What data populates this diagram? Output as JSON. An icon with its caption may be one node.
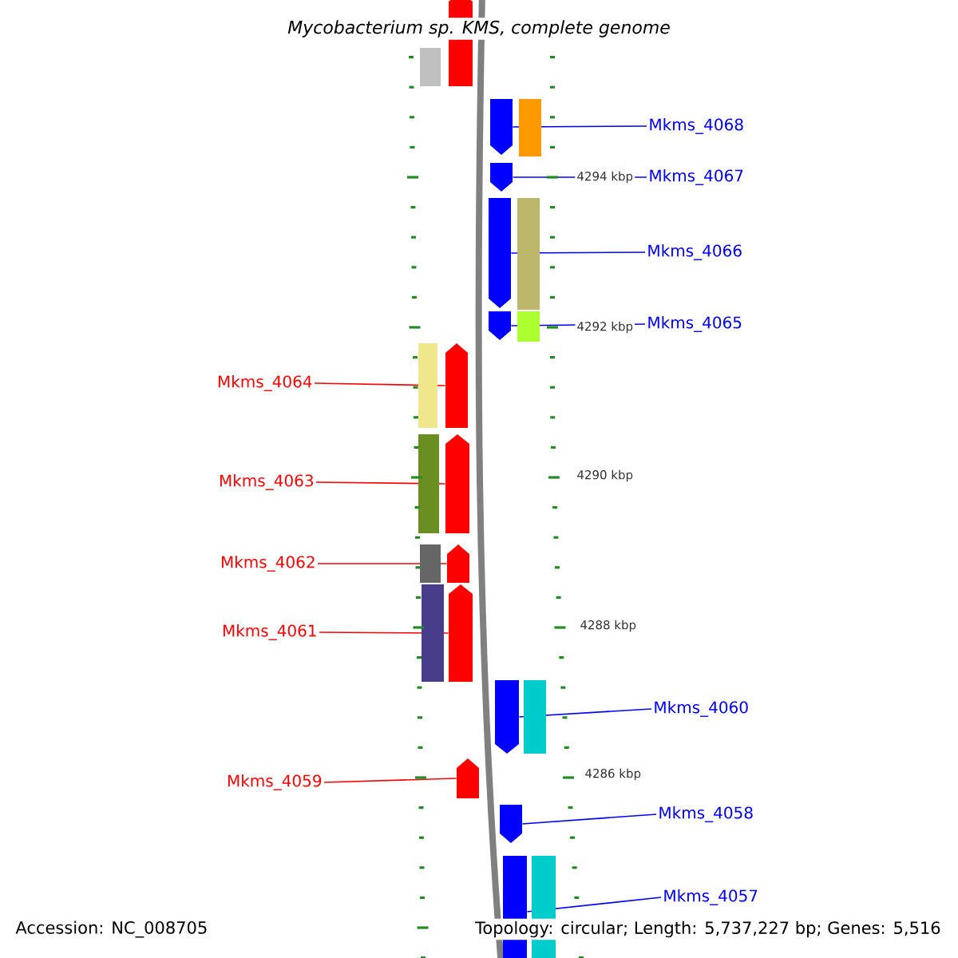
{
  "diagram": {
    "title": "Mycobacterium sp. KMS, complete genome",
    "nodes": [
      {
        "text": [],
        "shape": "arrow"
      },
      {
        "text": [
          "Mkms_4068"
        ]
      },
      {
        "text": [],
        "shape": "arrow"
      },
      {
        "text": [
          "Mkms_4067"
        ]
      },
      {
        "text": [],
        "shape": "arrow"
      },
      {
        "text": [
          "Mkms_4066"
        ]
      },
      {
        "text": [],
        "shape": "arrow"
      },
      {
        "text": [
          "Mkms_4065"
        ]
      },
      {
        "text": [],
        "shape": "arrow"
      },
      {
        "text": [
          "Mkms_4064"
        ]
      },
      {
        "text": [],
        "shape": "arrow"
      },
      {
        "text": [
          "Mkms_4063"
        ]
      },
      {
        "text": [],
        "shape": "arrow"
      },
      {
        "text": [
          "Mkms_4062"
        ]
      },
      {
        "text": [],
        "shape": "arrow"
      },
      {
        "text": [
          "Mkms_4061"
        ]
      },
      {
        "text": [],
        "shape": "arrow"
      },
      {
        "text": [
          "Mkms_4060"
        ]
      },
      {
        "text": [],
        "shape": "arrow"
      },
      {
        "text": [
          "Mkms_4059"
        ]
      },
      {
        "text": [],
        "shape": "arrow"
      },
      {
        "text": [
          "Mkms_4058"
        ]
      },
      {
        "text": [],
        "shape": "arrow"
      },
      {
        "text": [
          "Mkms_4057"
        ]
      },
      {
        "text": [],
        "shape": "arrow"
      }
    ],
    "edges": [
      {
        "from": 1,
        "to": 2,
        "arrow": "none"
      },
      {
        "from": 3,
        "to": 4,
        "arrow": "none"
      },
      {
        "from": 5,
        "to": 6,
        "arrow": "none"
      },
      {
        "from": 7,
        "to": 8,
        "arrow": "none"
      },
      {
        "from": 9,
        "to": 10,
        "arrow": "none",
        "color": "#ff0000"
      },
      {
        "from": 11,
        "to": 12,
        "arrow": "none",
        "color": "#ff0000"
      },
      {
        "from": 13,
        "to": 14,
        "arrow": "none",
        "color": "#ff0000"
      },
      {
        "from": 15,
        "to": 16,
        "arrow": "none",
        "color": "#ff0000"
      },
      {
        "from": 17,
        "to": 18,
        "arrow": "none"
      },
      {
        "from": 19,
        "to": 20,
        "arrow": "none",
        "color": "#ff0000"
      },
      {
        "from": 21,
        "to": 22,
        "arrow": "none"
      },
      {
        "from": 23,
        "to": 24,
        "arrow": "none"
      }
    ],
    "labels": [
      "4294 kbp",
      "4292 kbp",
      "4290 kbp",
      "4288 kbp",
      "4286 kbp",
      "Accession: NC_008705",
      "Topology: circular; Length: 5,737,227 bp; Genes: 5,516"
    ]
  }
}
